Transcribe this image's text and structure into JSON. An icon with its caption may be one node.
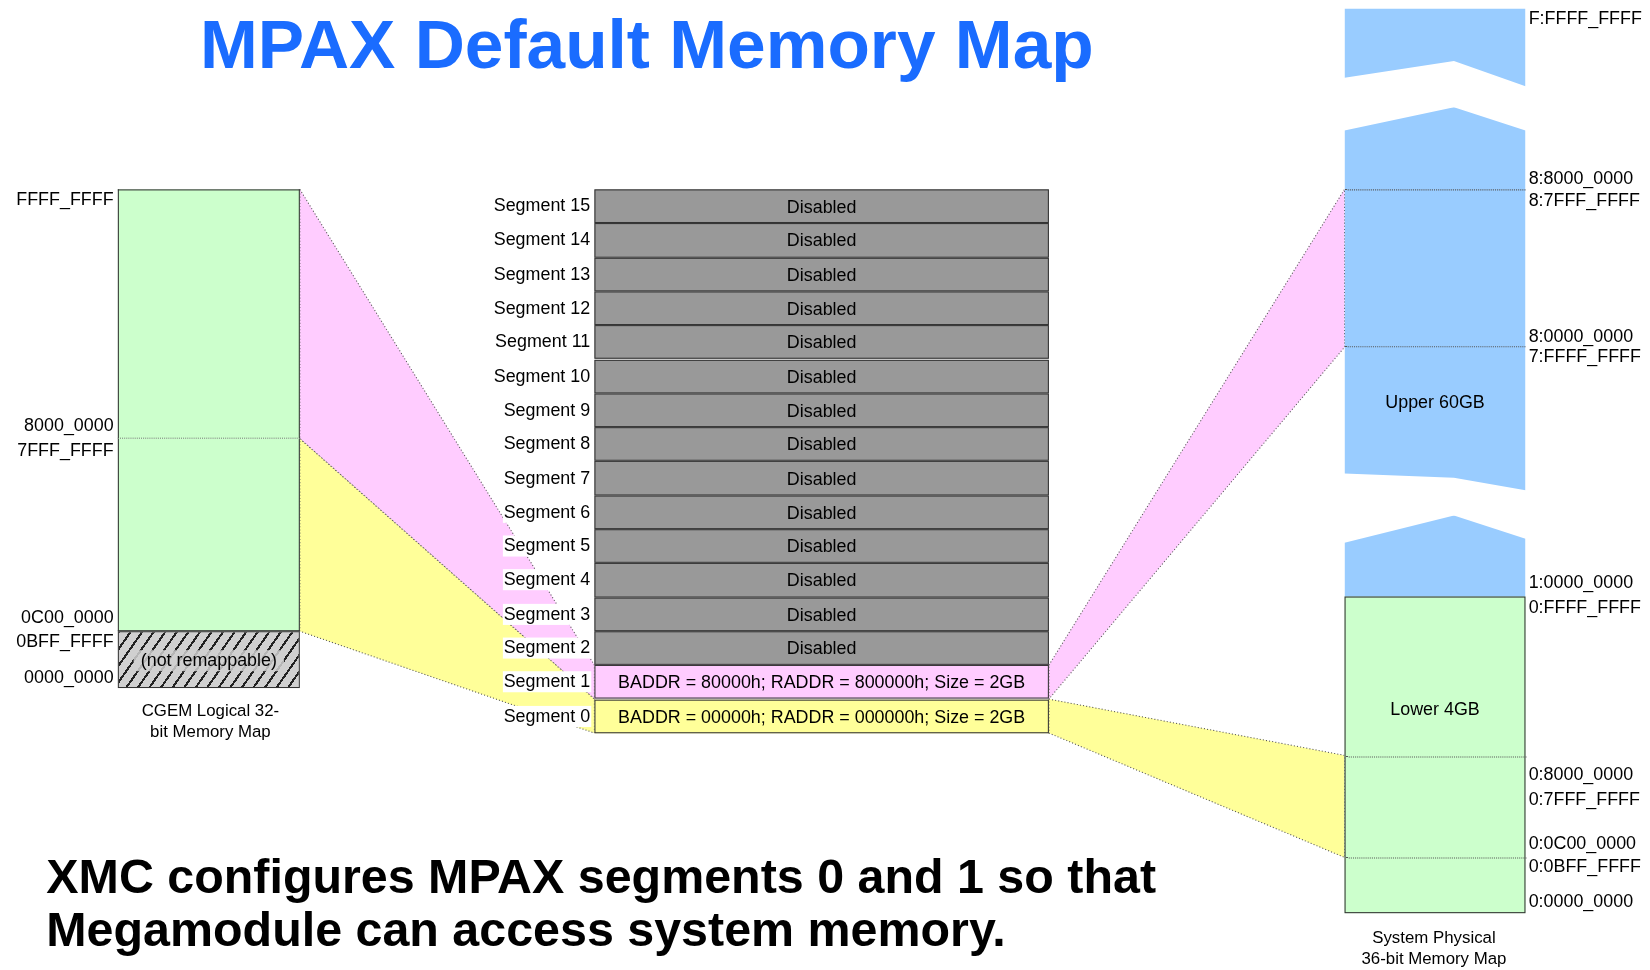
{
  "diagram": {
    "title": "MPAX Default Memory Map",
    "caption": "XMC configures MPAX segments 0 and 1 so that Megamodule can access system memory.",
    "nodes": [
      {
        "text": [],
        "shape": "box"
      },
      {
        "text": [],
        "shape": "box"
      },
      {
        "text": [
          "(not remappable)"
        ]
      },
      {
        "text": [
          "Disabled"
        ],
        "beside": [
          "Segment 15"
        ]
      },
      {
        "text": [
          "Disabled"
        ],
        "beside": [
          "Segment 14"
        ]
      },
      {
        "text": [
          "Disabled"
        ],
        "beside": [
          "Segment 13"
        ]
      },
      {
        "text": [
          "Disabled"
        ],
        "beside": [
          "Segment 12"
        ]
      },
      {
        "text": [
          "Disabled"
        ],
        "beside": [
          "Segment 11"
        ]
      },
      {
        "text": [
          "Disabled"
        ],
        "beside": [
          "Segment 10"
        ]
      },
      {
        "text": [
          "Disabled"
        ],
        "beside": [
          "Segment 9"
        ]
      },
      {
        "text": [
          "Disabled"
        ],
        "beside": [
          "Segment 8"
        ]
      },
      {
        "text": [
          "Disabled"
        ],
        "beside": [
          "Segment 7"
        ]
      },
      {
        "text": [
          "Disabled"
        ],
        "beside": [
          "Segment 6"
        ]
      },
      {
        "text": [
          "Disabled"
        ],
        "beside": [
          "Segment 5"
        ]
      },
      {
        "text": [
          "Disabled"
        ],
        "beside": [
          "Segment 4"
        ]
      },
      {
        "text": [
          "Disabled"
        ],
        "beside": [
          "Segment 3"
        ]
      },
      {
        "text": [
          "Disabled"
        ],
        "beside": [
          "Segment 2"
        ]
      },
      {
        "text": [
          "BADDR = 80000h; RADDR = 800000h; Size = 2GB"
        ],
        "beside": [
          "Segment 1"
        ]
      },
      {
        "text": [
          "BADDR = 00000h; RADDR = 000000h; Size = 2GB"
        ],
        "beside": [
          "Segment 0"
        ]
      },
      {
        "text": [],
        "shape": "box"
      },
      {
        "text": [
          "Upper 60GB"
        ]
      },
      {
        "text": [],
        "shape": "box",
        "in": 20
      },
      {
        "text": [],
        "shape": "box"
      },
      {
        "text": [
          "Lower 4GB"
        ]
      },
      {
        "text": [],
        "shape": "box",
        "in": 23
      }
    ],
    "edges": [
      {
        "from": 0,
        "to": 17,
        "arrow": "none",
        "style": "dashed",
        "color": "#ffccff"
      },
      {
        "from": 17,
        "to": 21,
        "arrow": "none",
        "style": "dashed",
        "color": "#ffccff"
      },
      {
        "from": 1,
        "to": 18,
        "arrow": "none",
        "style": "dashed",
        "color": "#ffff99"
      },
      {
        "from": 18,
        "to": 24,
        "arrow": "none",
        "style": "dashed",
        "color": "#ffff99"
      }
    ],
    "labels": [
      "FFFF_FFFF",
      "8000_0000",
      "7FFF_FFFF",
      "0C00_0000",
      "0BFF_FFFF",
      "0000_0000",
      "CGEM Logical 32-bit Memory Map",
      "F:FFFF_FFFF",
      "8:8000_0000",
      "8:7FFF_FFFF",
      "8:0000_0000",
      "7:FFFF_FFFF",
      "1:0000_0000",
      "0:FFFF_FFFF",
      "0:8000_0000",
      "0:7FFF_FFFF",
      "0:0C00_0000",
      "0:0BFF_FFFF",
      "0:0000_0000",
      "System Physical 36-bit Memory Map"
    ]
  }
}
